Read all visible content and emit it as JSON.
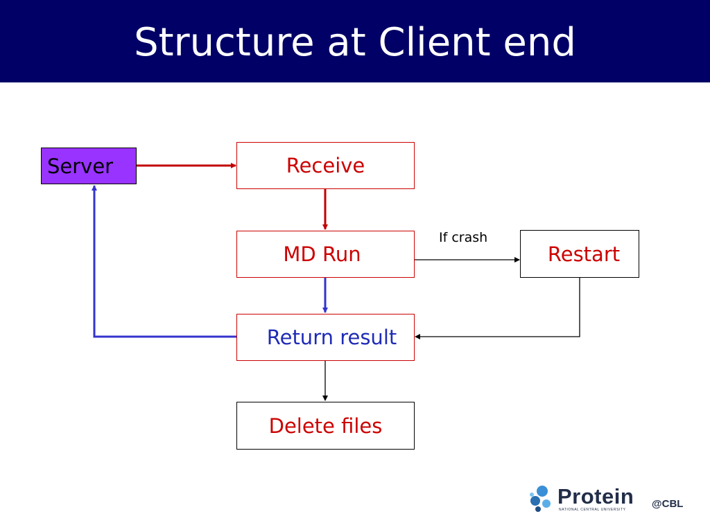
{
  "slide": {
    "title": "Structure at Client end"
  },
  "nodes": {
    "server": "Server",
    "receive": "Receive",
    "md_run": "MD Run",
    "restart": "Restart",
    "return_result": "Return result",
    "delete_files": "Delete files"
  },
  "edge_labels": {
    "if_crash": "If crash"
  },
  "logo": {
    "name": "Protein",
    "suffix": "@CBL",
    "subtitle": "NATIONAL CENTRAL UNIVERSITY"
  },
  "colors": {
    "title_bar": "#000066",
    "server_fill": "#9933ff",
    "red_arrow": "#c00000",
    "blue_arrow": "#3333cc",
    "box_text_red": "#cc0000"
  }
}
